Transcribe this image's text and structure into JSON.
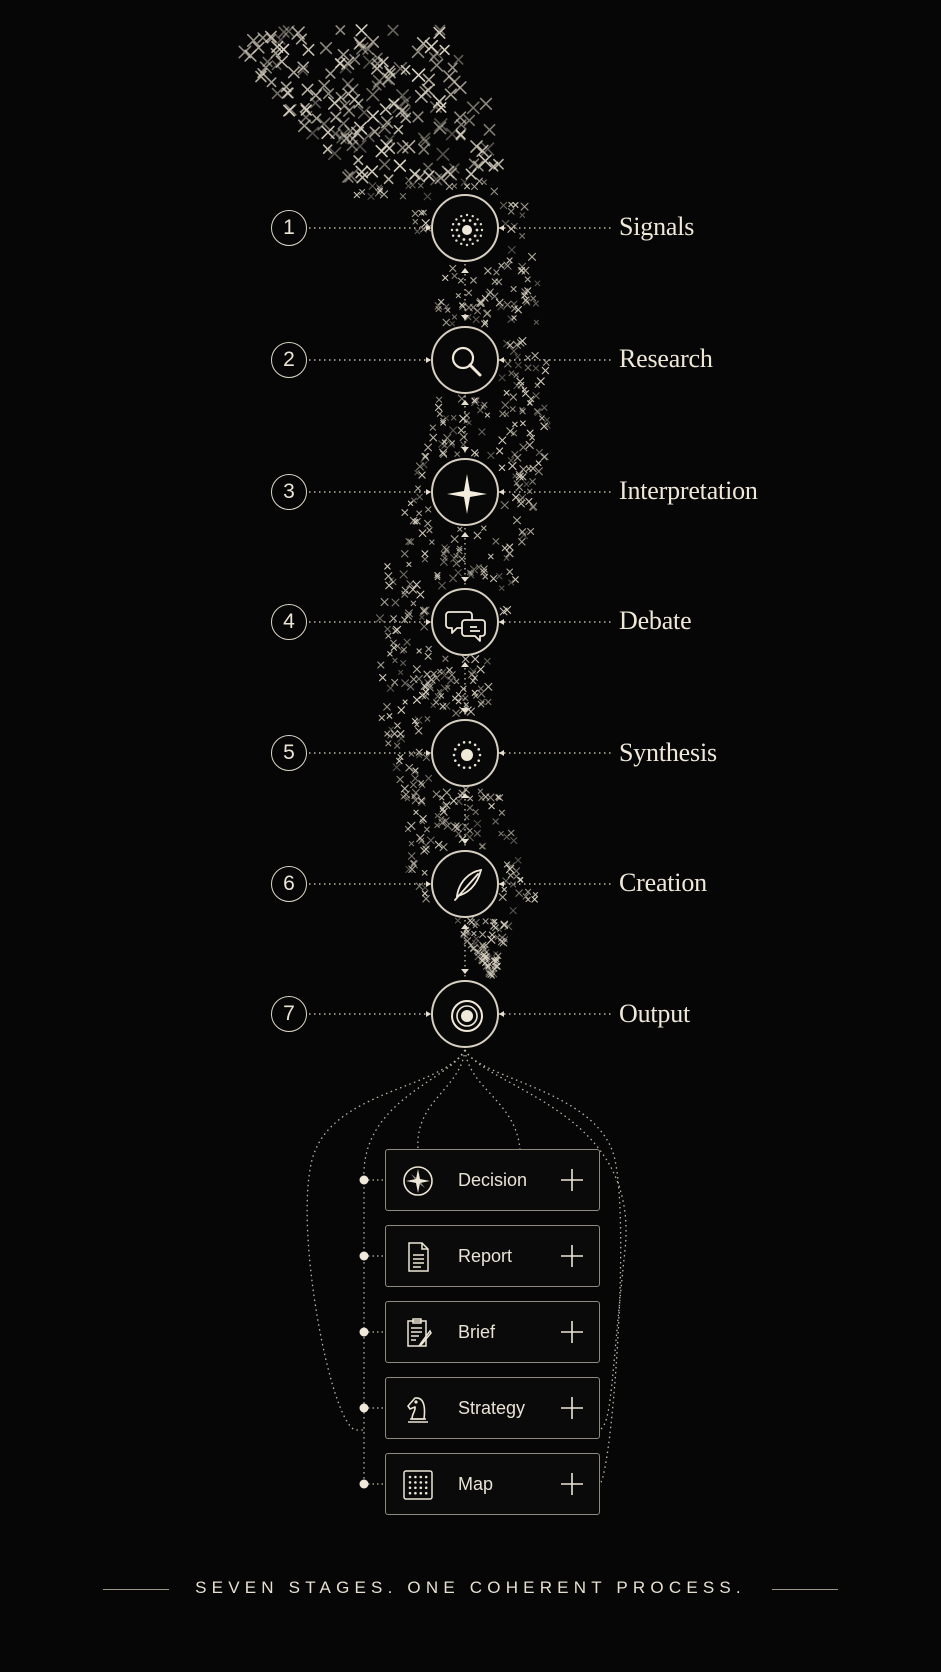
{
  "stages": [
    {
      "number": "1",
      "label": "Signals",
      "icon": "signals-radial-icon"
    },
    {
      "number": "2",
      "label": "Research",
      "icon": "magnifier-icon"
    },
    {
      "number": "3",
      "label": "Interpretation",
      "icon": "four-point-star-icon"
    },
    {
      "number": "4",
      "label": "Debate",
      "icon": "speech-bubbles-icon"
    },
    {
      "number": "5",
      "label": "Synthesis",
      "icon": "dotted-ring-icon"
    },
    {
      "number": "6",
      "label": "Creation",
      "icon": "quill-icon"
    },
    {
      "number": "7",
      "label": "Output",
      "icon": "target-icon"
    }
  ],
  "outputs": [
    {
      "label": "Decision",
      "icon": "compass-icon"
    },
    {
      "label": "Report",
      "icon": "document-icon"
    },
    {
      "label": "Brief",
      "icon": "clipboard-pen-icon"
    },
    {
      "label": "Strategy",
      "icon": "chess-knight-icon"
    },
    {
      "label": "Map",
      "icon": "dot-grid-icon"
    }
  ],
  "footer": {
    "tagline": "SEVEN STAGES. ONE COHERENT PROCESS."
  },
  "colors": {
    "background": "#060606",
    "ink": "#ece5d6",
    "line": "#bdb6a8"
  }
}
